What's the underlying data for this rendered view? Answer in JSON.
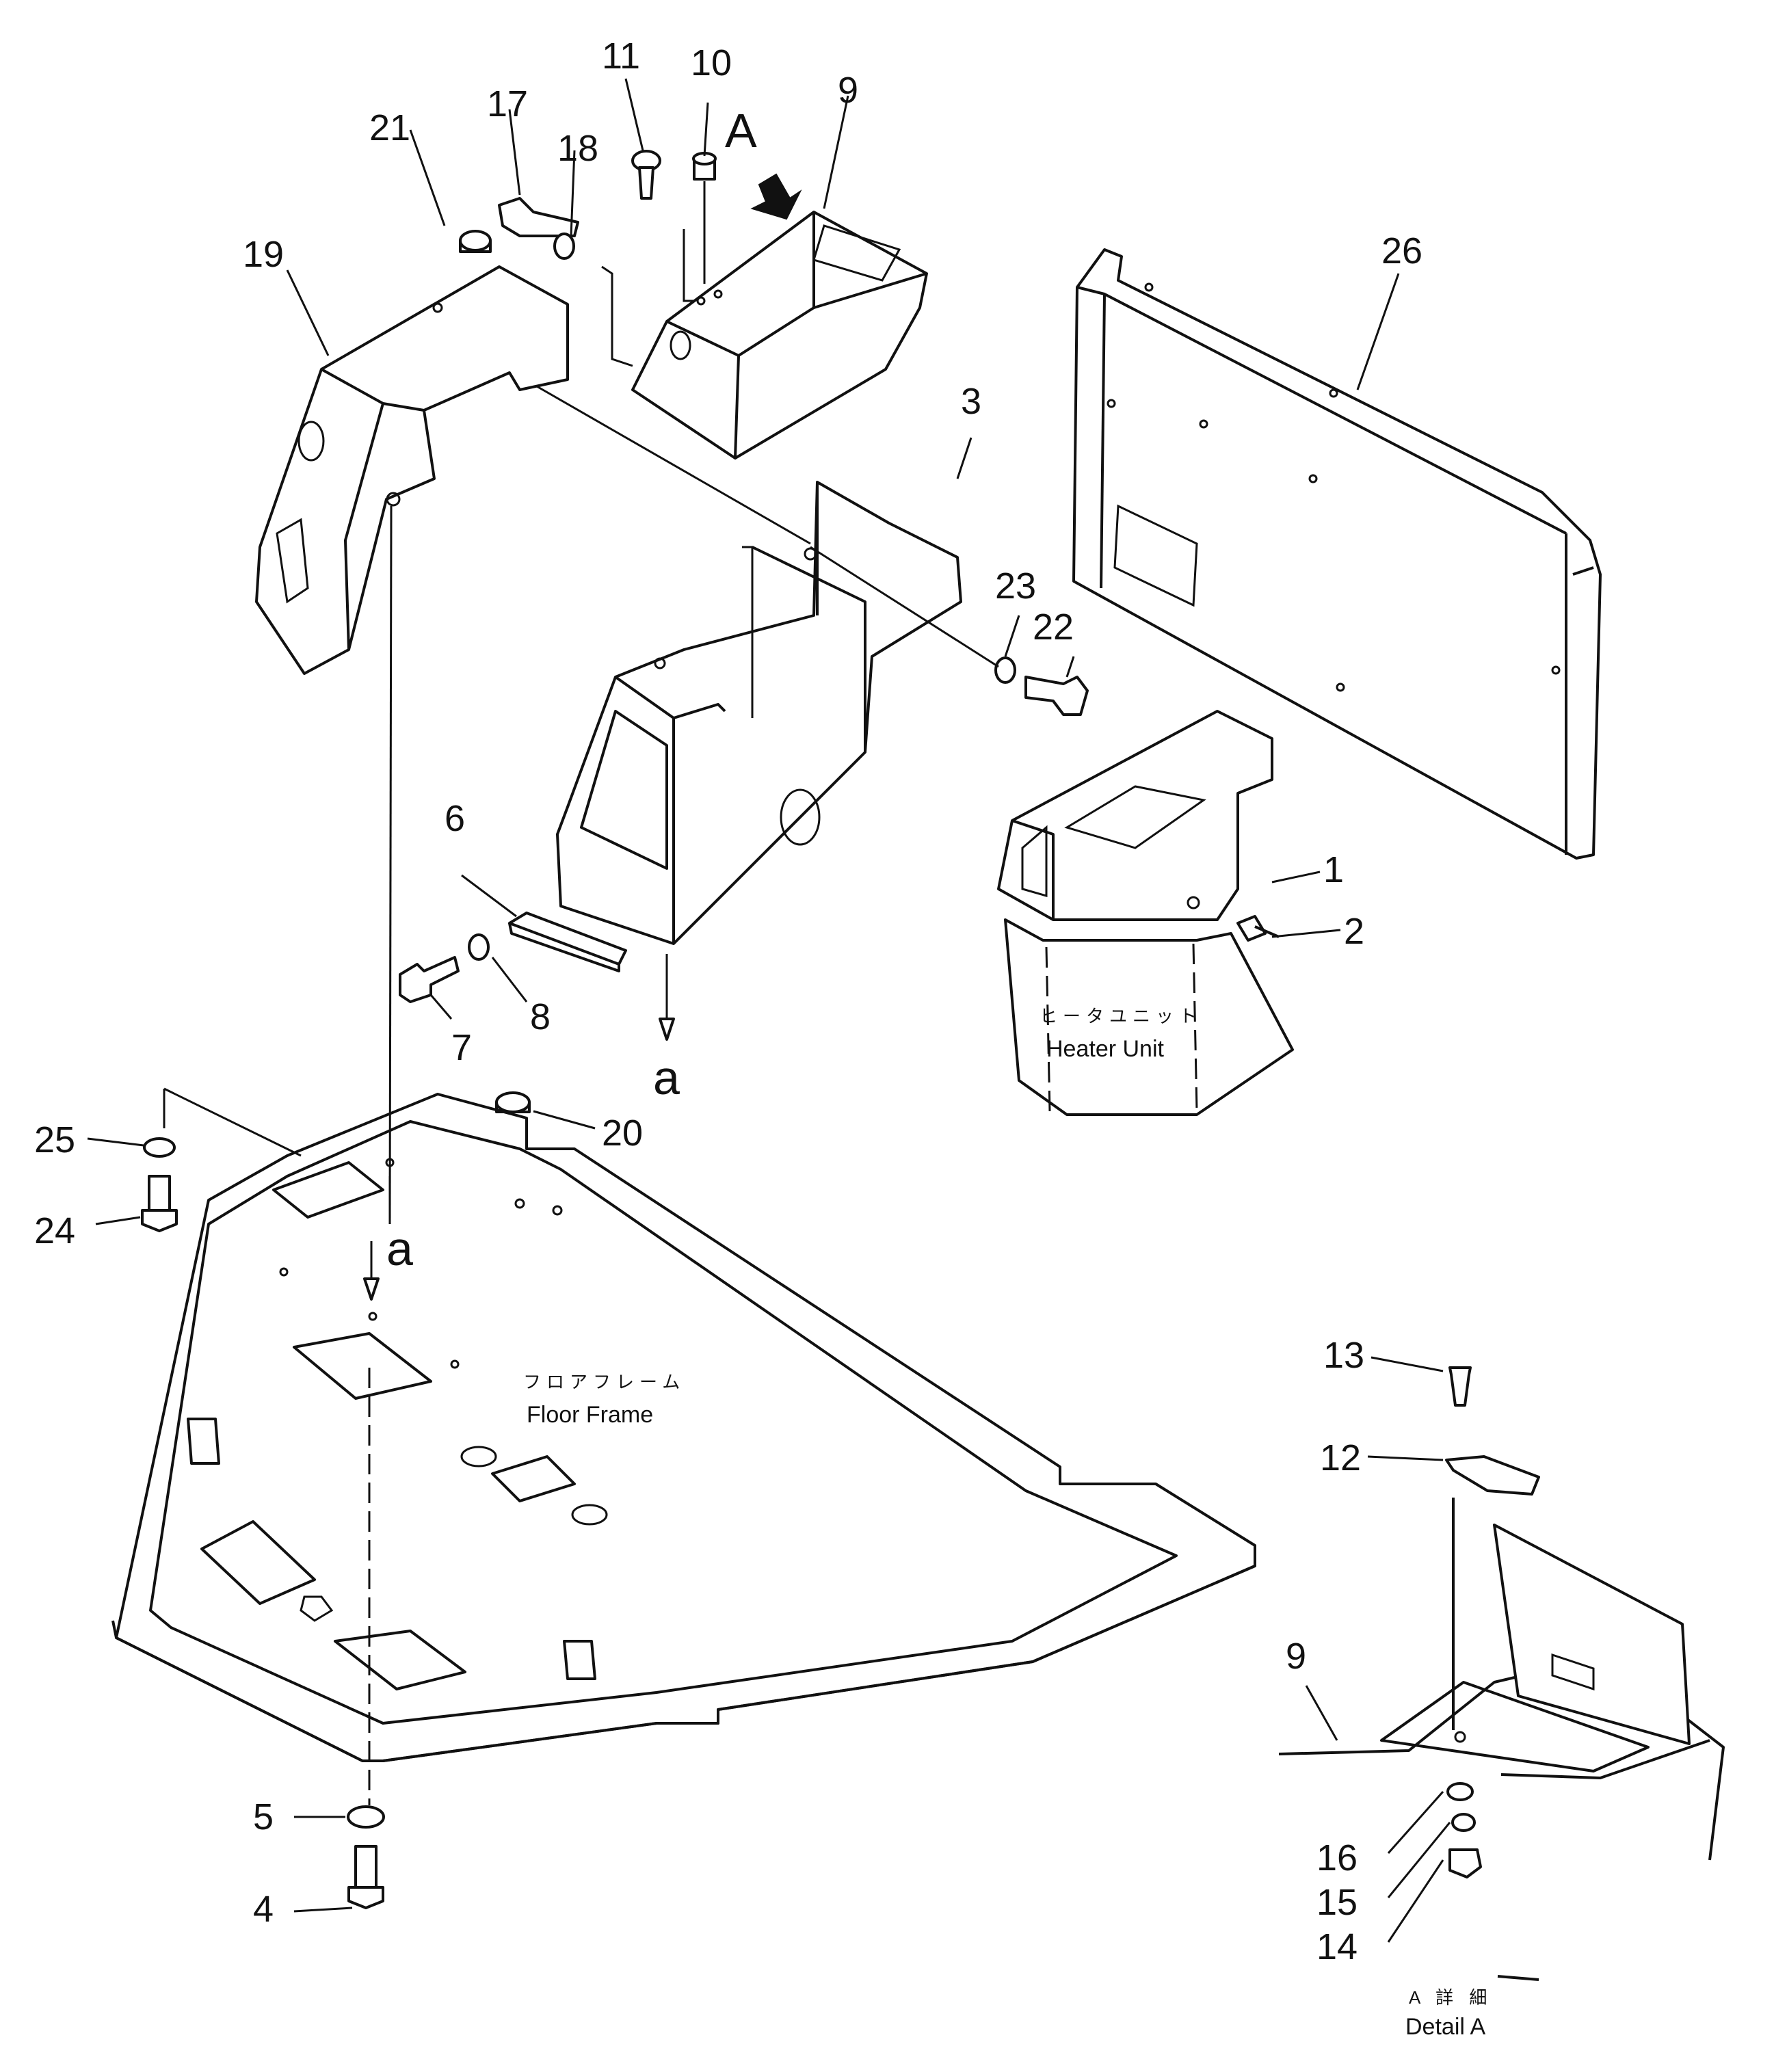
{
  "callouts": [
    {
      "id": "1",
      "text": "1"
    },
    {
      "id": "2",
      "text": "2"
    },
    {
      "id": "3",
      "text": "3"
    },
    {
      "id": "4",
      "text": "4"
    },
    {
      "id": "5",
      "text": "5"
    },
    {
      "id": "6",
      "text": "6"
    },
    {
      "id": "7",
      "text": "7"
    },
    {
      "id": "8",
      "text": "8"
    },
    {
      "id": "9",
      "text": "9"
    },
    {
      "id": "9b",
      "text": "9"
    },
    {
      "id": "10",
      "text": "10"
    },
    {
      "id": "11",
      "text": "11"
    },
    {
      "id": "12",
      "text": "12"
    },
    {
      "id": "13",
      "text": "13"
    },
    {
      "id": "14",
      "text": "14"
    },
    {
      "id": "15",
      "text": "15"
    },
    {
      "id": "16",
      "text": "16"
    },
    {
      "id": "17",
      "text": "17"
    },
    {
      "id": "18",
      "text": "18"
    },
    {
      "id": "19",
      "text": "19"
    },
    {
      "id": "20",
      "text": "20"
    },
    {
      "id": "21",
      "text": "21"
    },
    {
      "id": "22",
      "text": "22"
    },
    {
      "id": "23",
      "text": "23"
    },
    {
      "id": "24",
      "text": "24"
    },
    {
      "id": "25",
      "text": "25"
    },
    {
      "id": "26",
      "text": "26"
    }
  ],
  "markers": {
    "view_arrow": "A",
    "connector_top": "a",
    "connector_bottom": "a"
  },
  "labels": {
    "heater_jp": "ヒータユニット",
    "heater_en": "Heater Unit",
    "floor_jp": "フロアフレーム",
    "floor_en": "Floor Frame",
    "detail_jp": "A 詳 細",
    "detail_en": "Detail A"
  }
}
